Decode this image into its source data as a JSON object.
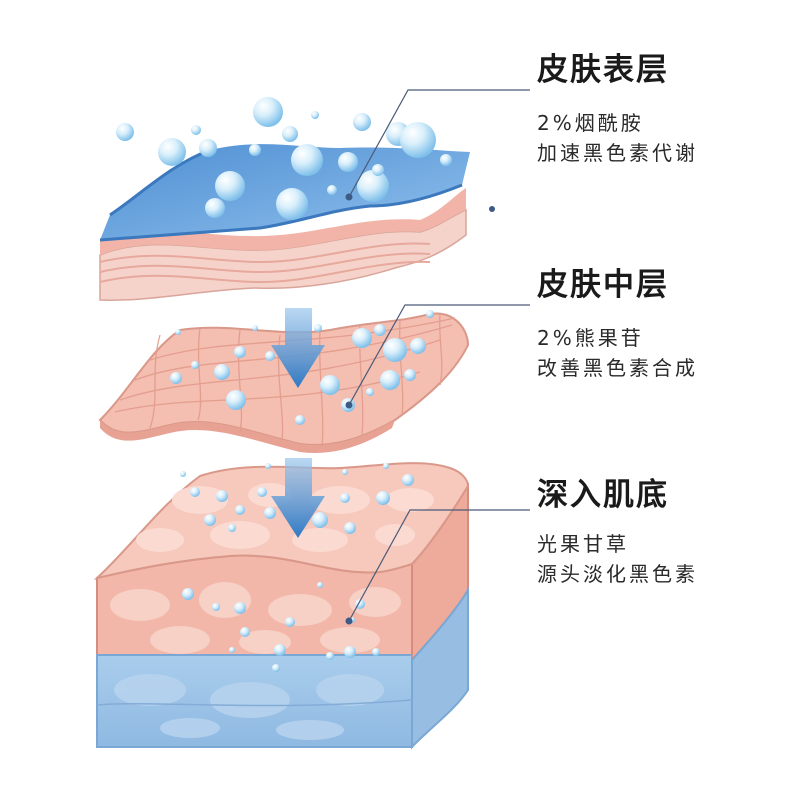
{
  "layers": [
    {
      "title": "皮肤表层",
      "line1": "2%烟酰胺",
      "line2": "加速黑色素代谢"
    },
    {
      "title": "皮肤中层",
      "line1": "2%熊果苷",
      "line2": "改善黑色素合成"
    },
    {
      "title": "深入肌底",
      "line1": "光果甘草",
      "line2": "源头淡化黑色素"
    }
  ],
  "colors": {
    "epidermis_blue": "#5b9bd8",
    "skin_pink": "#f3b8ae",
    "deep_blue": "#9ec3e6",
    "arrow_blue": "#3f86cf",
    "leader_line": "#4a5a78"
  }
}
